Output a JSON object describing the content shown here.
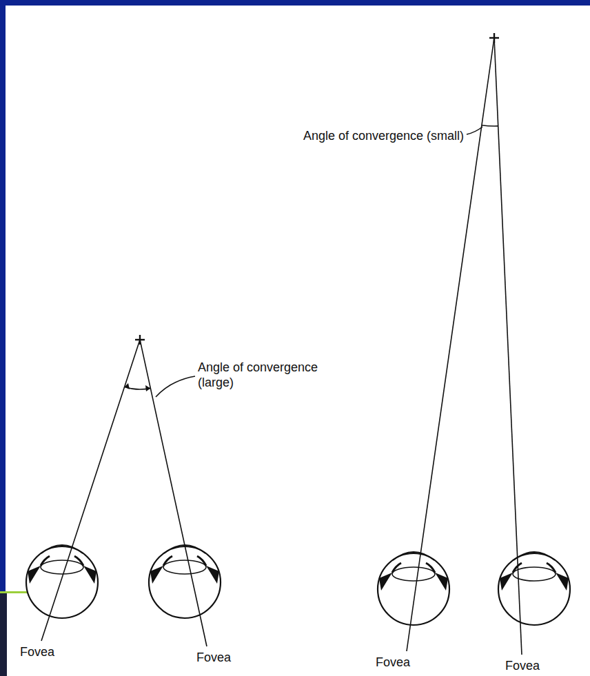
{
  "diagram": {
    "labels": [
      "Angle of convergence (small)",
      "Angle of convergence (large)",
      "Fovea",
      "Fovea",
      "Fovea",
      "Fovea"
    ]
  }
}
